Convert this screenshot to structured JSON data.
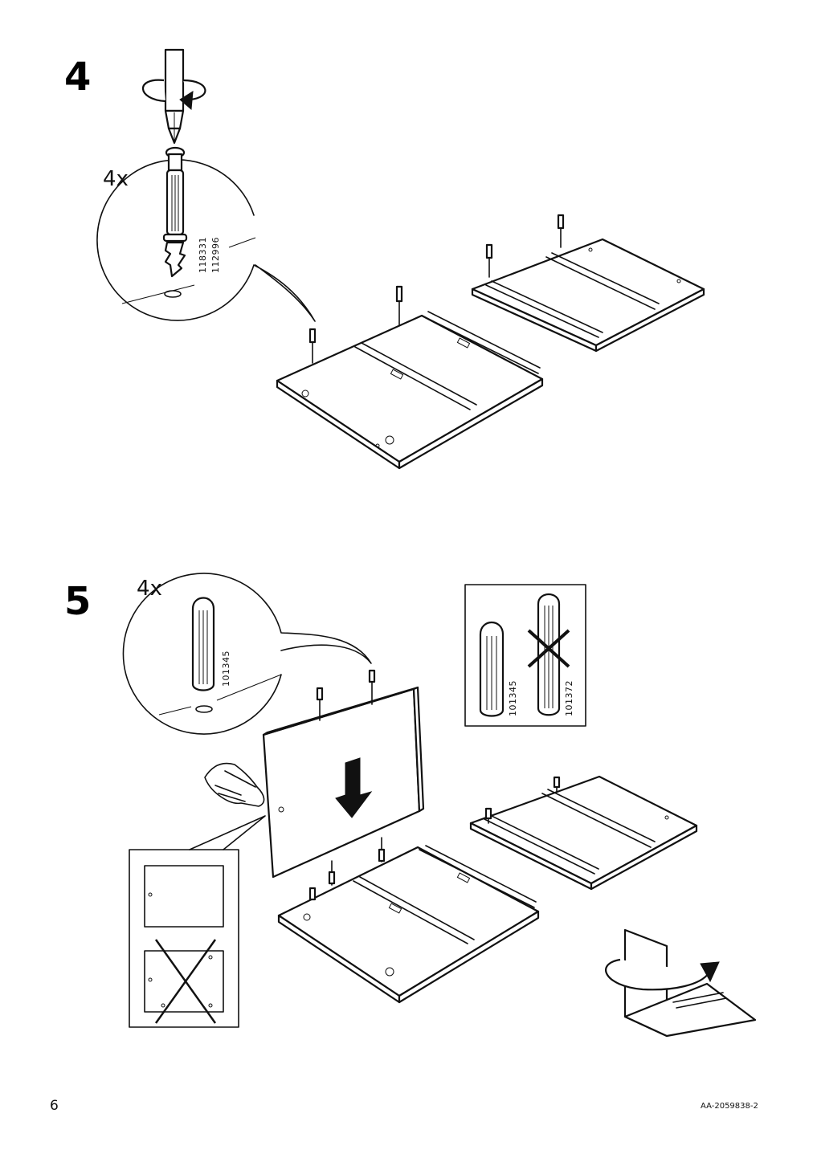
{
  "page": {
    "number": "6",
    "doc_code": "AA-2059838-2"
  },
  "step4": {
    "number": "4",
    "quantity": "4x",
    "part_numbers": [
      "118331",
      "112996"
    ],
    "icons": [
      "screwdriver-icon",
      "rotate-arrow-icon",
      "cam-bolt-icon",
      "panel-icon"
    ]
  },
  "step5": {
    "number": "5",
    "quantity": "4x",
    "part_number": "101345",
    "compare": {
      "correct": "101345",
      "wrong": "101372"
    },
    "icons": [
      "dowel-icon",
      "down-arrow-icon",
      "hand-press-icon",
      "wrong-cross-icon",
      "flip-arrow-icon"
    ]
  }
}
